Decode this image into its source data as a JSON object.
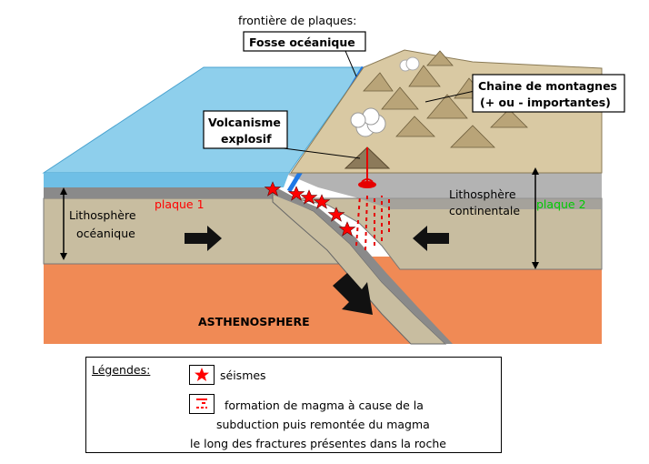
{
  "labels": {
    "boundary_title": "frontière de plaques:",
    "trench": "Fosse océanique",
    "mountains_line1": "Chaine de montagnes",
    "mountains_line2": "(+ ou - importantes)",
    "volcanism_line1": "Volcanisme",
    "volcanism_line2": "explosif",
    "plate1": "plaque 1",
    "plate2": "plaque 2",
    "ocean_litho_line1": "Lithosphère",
    "ocean_litho_line2": "océanique",
    "cont_litho_line1": "Lithosphère",
    "cont_litho_line2": "continentale",
    "asthenosphere": "ASTHENOSPHERE"
  },
  "legend": {
    "title": "Légendes:",
    "earthquakes": "séismes",
    "magma_line1": "formation de magma à cause de la",
    "magma_line2": "subduction puis remontée du magma",
    "magma_line3": "le long des fractures présentes dans la roche"
  },
  "colors": {
    "ocean": "#8ecfec",
    "ocean_dark": "#5fb6de",
    "continent": "#d9c9a3",
    "lithosphere": "#c8bda0",
    "crust_grey": "#8a8a8a",
    "asthenosphere": "#f08a55",
    "trench_blue": "#1e78e6",
    "seismic_red": "#ff0000",
    "plate1_label": "#ff0000",
    "plate2_label": "#00cc00"
  }
}
